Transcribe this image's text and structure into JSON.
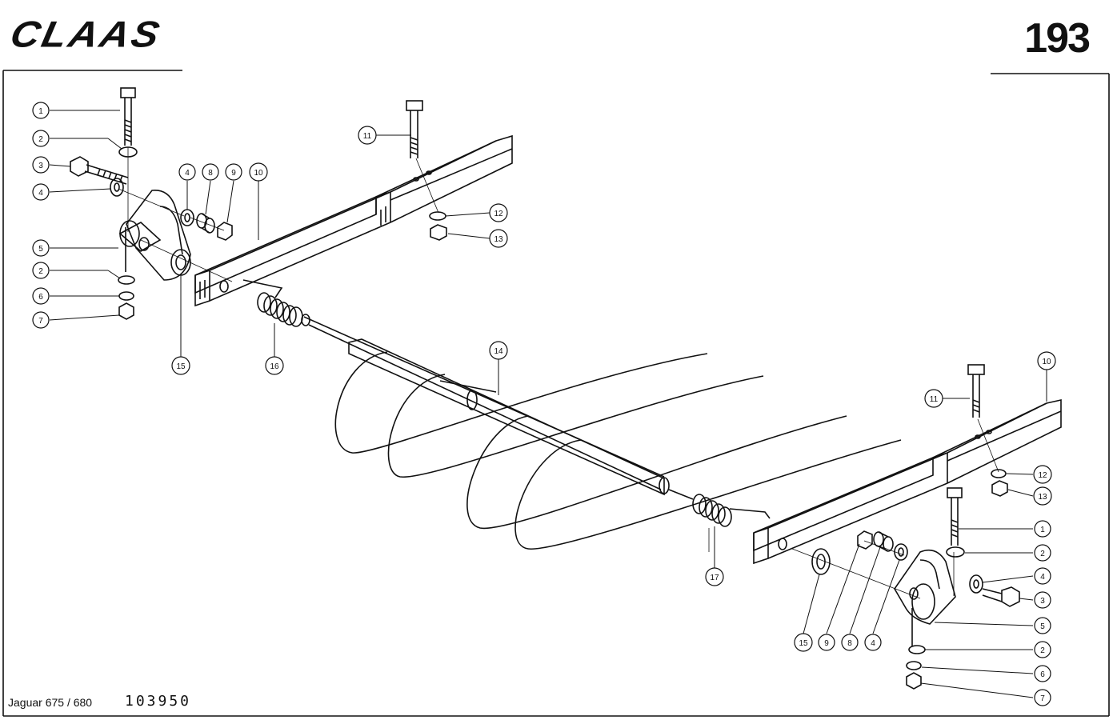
{
  "header": {
    "brand": "CLAAS",
    "page_number": "193"
  },
  "footer": {
    "model": "Jaguar 675 / 680",
    "drawing_number": "103950"
  },
  "callouts": {
    "left": [
      "1",
      "2",
      "3",
      "4",
      "5",
      "2",
      "6",
      "7",
      "15",
      "16",
      "4",
      "8",
      "9",
      "10",
      "11",
      "12",
      "13",
      "14"
    ],
    "right": [
      "10",
      "11",
      "12",
      "13",
      "1",
      "2",
      "4",
      "3",
      "5",
      "2",
      "6",
      "7",
      "17",
      "15",
      "9",
      "8",
      "4"
    ]
  },
  "colors": {
    "line": "#111111",
    "paper": "#ffffff"
  }
}
